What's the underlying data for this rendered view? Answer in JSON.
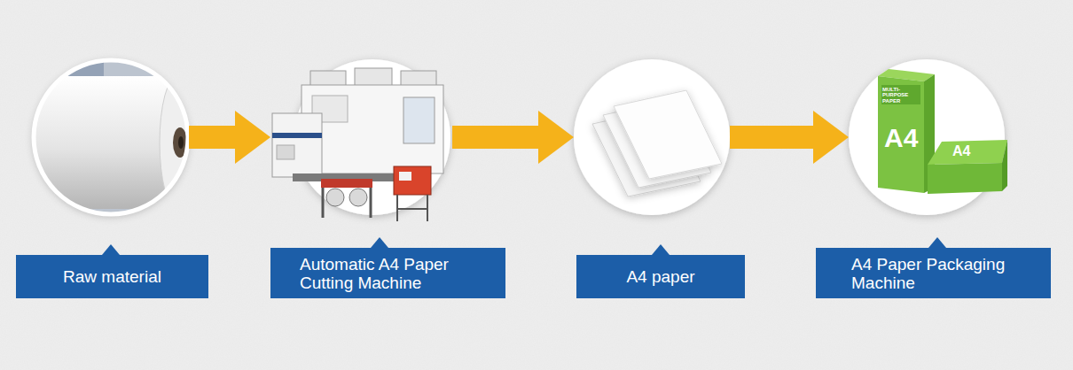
{
  "diagram": {
    "nodes": [
      {
        "text": [
          "Raw material"
        ]
      },
      {
        "text": [
          "Automatic A4 Paper Cutting Machine"
        ]
      },
      {
        "text": [
          "A4 paper"
        ]
      },
      {
        "text": [
          "A4 Paper Packaging Machine"
        ]
      }
    ],
    "edges": [
      {
        "from": 0,
        "to": 1,
        "arrow": "to"
      },
      {
        "from": 1,
        "to": 2,
        "arrow": "to"
      },
      {
        "from": 2,
        "to": 3,
        "arrow": "to"
      }
    ],
    "labels": [
      "MULTI-PURPOSE PAPER",
      "A4",
      "A4"
    ]
  }
}
